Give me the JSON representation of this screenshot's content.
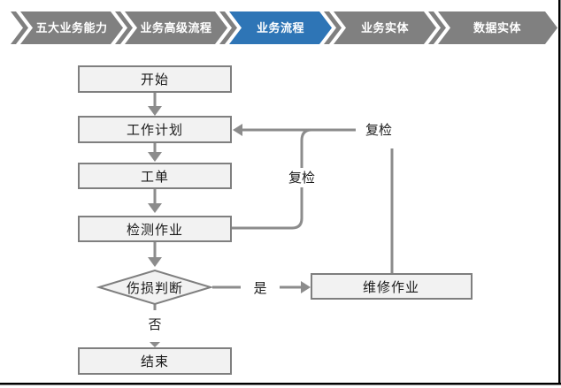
{
  "breadcrumb": {
    "items": [
      {
        "label": "五大业务能力",
        "active": false
      },
      {
        "label": "业务高级流程",
        "active": false
      },
      {
        "label": "业务流程",
        "active": true
      },
      {
        "label": "业务实体",
        "active": false
      },
      {
        "label": "数据实体",
        "active": false
      }
    ],
    "colors": {
      "inactive": "#808080",
      "active": "#2E75B6",
      "text": "#FFFFFF"
    }
  },
  "flowchart": {
    "nodes": [
      {
        "id": "start",
        "label": "开始",
        "type": "process"
      },
      {
        "id": "work-plan",
        "label": "工作计划",
        "type": "process"
      },
      {
        "id": "work-order",
        "label": "工单",
        "type": "process"
      },
      {
        "id": "inspection",
        "label": "检测作业",
        "type": "process"
      },
      {
        "id": "damage-decision",
        "label": "伤损判断",
        "type": "decision"
      },
      {
        "id": "repair",
        "label": "维修作业",
        "type": "process"
      },
      {
        "id": "end",
        "label": "结束",
        "type": "process"
      }
    ],
    "edge_labels": {
      "recheck_mid": "复检",
      "recheck_right": "复检",
      "yes": "是",
      "no": "否"
    },
    "colors": {
      "node_fill": "#F2F2F2",
      "node_border": "#7F7F7F",
      "connector": "#8C8C8C",
      "text": "#1A1A1A",
      "frame": "#000000"
    }
  }
}
